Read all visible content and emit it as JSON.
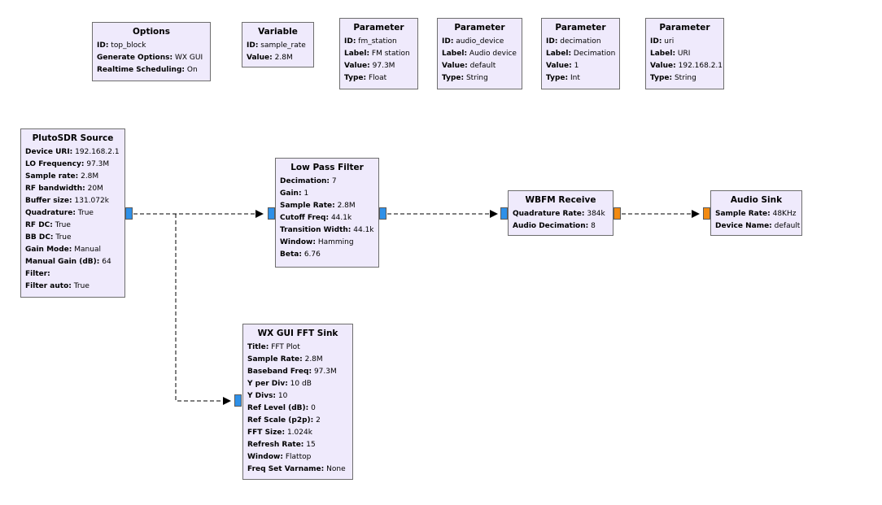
{
  "colors": {
    "block_fill": "#efeafc",
    "block_border": "#6e6e6e",
    "port_complex": "#2e90e8",
    "port_float": "#f28a12",
    "wire": "#000000"
  },
  "blocks": {
    "options": {
      "title": "Options",
      "params": [
        {
          "k": "ID:",
          "v": "top_block"
        },
        {
          "k": "Generate Options:",
          "v": "WX GUI"
        },
        {
          "k": "Realtime Scheduling:",
          "v": "On"
        }
      ]
    },
    "variable": {
      "title": "Variable",
      "params": [
        {
          "k": "ID:",
          "v": "sample_rate"
        },
        {
          "k": "Value:",
          "v": "2.8M"
        }
      ]
    },
    "param_fm_station": {
      "title": "Parameter",
      "params": [
        {
          "k": "ID:",
          "v": "fm_station"
        },
        {
          "k": "Label:",
          "v": "FM station"
        },
        {
          "k": "Value:",
          "v": "97.3M"
        },
        {
          "k": "Type:",
          "v": "Float"
        }
      ]
    },
    "param_audio_device": {
      "title": "Parameter",
      "params": [
        {
          "k": "ID:",
          "v": "audio_device"
        },
        {
          "k": "Label:",
          "v": "Audio device"
        },
        {
          "k": "Value:",
          "v": "default"
        },
        {
          "k": "Type:",
          "v": "String"
        }
      ]
    },
    "param_decimation": {
      "title": "Parameter",
      "params": [
        {
          "k": "ID:",
          "v": "decimation"
        },
        {
          "k": "Label:",
          "v": "Decimation"
        },
        {
          "k": "Value:",
          "v": "1"
        },
        {
          "k": "Type:",
          "v": "Int"
        }
      ]
    },
    "param_uri": {
      "title": "Parameter",
      "params": [
        {
          "k": "ID:",
          "v": "uri"
        },
        {
          "k": "Label:",
          "v": "URI"
        },
        {
          "k": "Value:",
          "v": "192.168.2.1"
        },
        {
          "k": "Type:",
          "v": "String"
        }
      ]
    },
    "pluto_source": {
      "title": "PlutoSDR Source",
      "params": [
        {
          "k": "Device URI:",
          "v": "192.168.2.1"
        },
        {
          "k": "LO Frequency:",
          "v": "97.3M"
        },
        {
          "k": "Sample rate:",
          "v": "2.8M"
        },
        {
          "k": "RF bandwidth:",
          "v": "20M"
        },
        {
          "k": "Buffer size:",
          "v": "131.072k"
        },
        {
          "k": "Quadrature:",
          "v": "True"
        },
        {
          "k": "RF DC:",
          "v": "True"
        },
        {
          "k": "BB DC:",
          "v": "True"
        },
        {
          "k": "Gain Mode:",
          "v": "Manual"
        },
        {
          "k": "Manual Gain (dB):",
          "v": "64"
        },
        {
          "k": "Filter:",
          "v": ""
        },
        {
          "k": "Filter auto:",
          "v": "True"
        }
      ]
    },
    "low_pass_filter": {
      "title": "Low Pass Filter",
      "params": [
        {
          "k": "Decimation:",
          "v": "7"
        },
        {
          "k": "Gain:",
          "v": "1"
        },
        {
          "k": "Sample Rate:",
          "v": "2.8M"
        },
        {
          "k": "Cutoff Freq:",
          "v": "44.1k"
        },
        {
          "k": "Transition Width:",
          "v": "44.1k"
        },
        {
          "k": "Window:",
          "v": "Hamming"
        },
        {
          "k": "Beta:",
          "v": "6.76"
        }
      ]
    },
    "wbfm_receive": {
      "title": "WBFM Receive",
      "params": [
        {
          "k": "Quadrature Rate:",
          "v": "384k"
        },
        {
          "k": "Audio Decimation:",
          "v": "8"
        }
      ]
    },
    "audio_sink": {
      "title": "Audio Sink",
      "params": [
        {
          "k": "Sample Rate:",
          "v": "48KHz"
        },
        {
          "k": "Device Name:",
          "v": "default"
        }
      ]
    },
    "fft_sink": {
      "title": "WX GUI FFT Sink",
      "params": [
        {
          "k": "Title:",
          "v": "FFT Plot"
        },
        {
          "k": "Sample Rate:",
          "v": "2.8M"
        },
        {
          "k": "Baseband Freq:",
          "v": "97.3M"
        },
        {
          "k": "Y per Div:",
          "v": "10 dB"
        },
        {
          "k": "Y Divs:",
          "v": "10"
        },
        {
          "k": "Ref Level (dB):",
          "v": "0"
        },
        {
          "k": "Ref Scale (p2p):",
          "v": "2"
        },
        {
          "k": "FFT Size:",
          "v": "1.024k"
        },
        {
          "k": "Refresh Rate:",
          "v": "15"
        },
        {
          "k": "Window:",
          "v": "Flattop"
        },
        {
          "k": "Freq Set Varname:",
          "v": "None"
        }
      ]
    }
  }
}
